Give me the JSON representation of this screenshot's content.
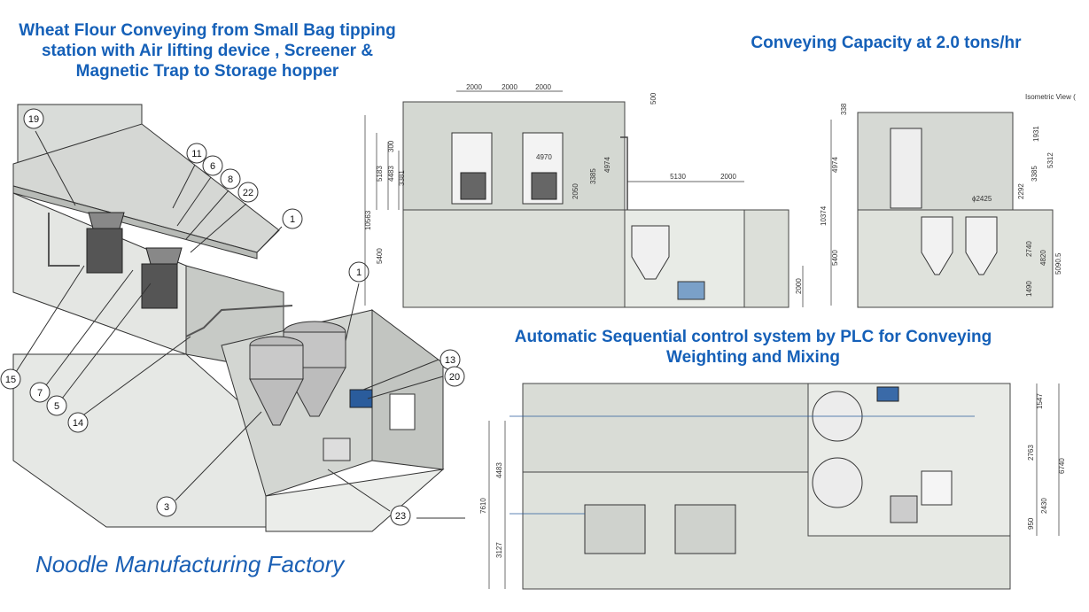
{
  "titles": {
    "main": [
      "Wheat Flour Conveying from Small Bag tipping",
      "station with Air lifting device , Screener &",
      "Magnetic Trap to Storage hopper"
    ],
    "capacity": "Conveying Capacity at 2.0 tons/hr",
    "plc": [
      "Automatic Sequential control system by PLC  for Conveying",
      "Weighting and Mixing"
    ],
    "footer": "Noodle Manufacturing Factory"
  },
  "callouts": [
    "19",
    "11",
    "6",
    "8",
    "22",
    "1",
    "1",
    "15",
    "7",
    "5",
    "14",
    "13",
    "20",
    "3",
    "23"
  ],
  "front_view": {
    "top_dims": [
      "2000",
      "2000",
      "2000"
    ],
    "right_top_dim": "500",
    "left_dims": [
      "10563",
      "5183",
      "4483",
      "3381",
      "300",
      "5400"
    ],
    "inner_dims": [
      "4970",
      "2050",
      "3385",
      "4974"
    ],
    "mid_dims": [
      "5130",
      "2000"
    ],
    "bottom_right_dim": "2000"
  },
  "side_view": {
    "label": "Isometric View (",
    "left_dims": [
      "338",
      "4974",
      "10374",
      "5400"
    ],
    "right_dims": [
      "1931",
      "5312",
      "3385",
      "2292",
      "2740",
      "4820",
      "5090.5",
      "1490"
    ],
    "diameter": "ϕ2425"
  },
  "plan_view": {
    "left_dims": [
      "7610",
      "4483",
      "3127"
    ],
    "right_dims": [
      "1547",
      "2763",
      "6740",
      "2430",
      "950"
    ]
  }
}
